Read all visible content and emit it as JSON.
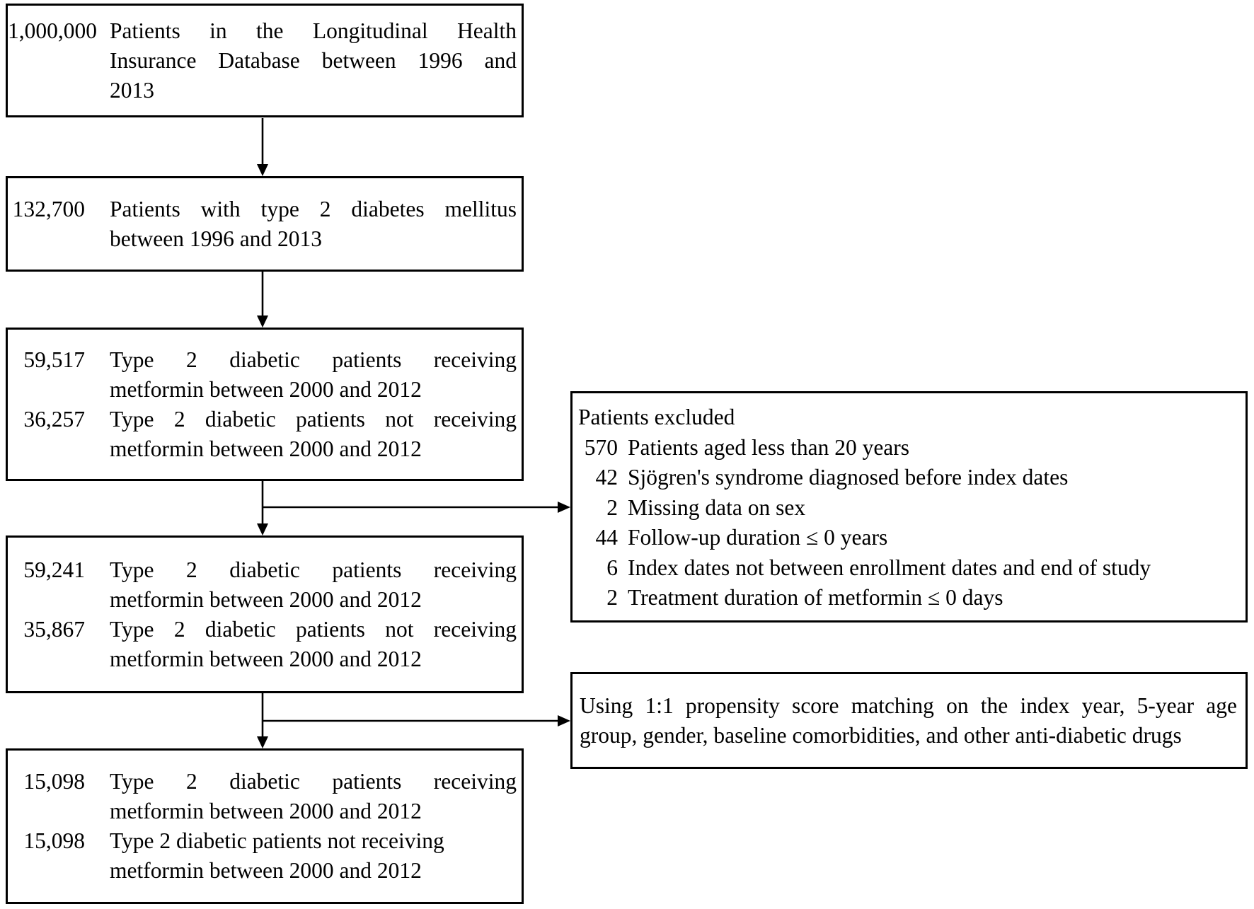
{
  "figure": {
    "type": "patient-flow-diagram",
    "colors": {
      "background": "#ffffff",
      "line": "#000000",
      "text": "#000000"
    }
  },
  "boxes": {
    "box1": {
      "entries": [
        {
          "number": "1,000,000",
          "lines": [
            "Patients in the Longitudinal Health",
            "Insurance Database between 1996 and",
            "2013"
          ]
        }
      ]
    },
    "box2": {
      "entries": [
        {
          "number": "132,700",
          "lines": [
            "Patients with type 2 diabetes mellitus",
            "between 1996 and 2013"
          ]
        }
      ]
    },
    "box3": {
      "entries": [
        {
          "number": "59,517",
          "lines": [
            "Type 2 diabetic patients receiving",
            "metformin between 2000 and 2012"
          ]
        },
        {
          "number": "36,257",
          "lines": [
            "Type 2 diabetic patients not receiving",
            "metformin between 2000 and 2012"
          ]
        }
      ]
    },
    "box4": {
      "entries": [
        {
          "number": "59,241",
          "lines": [
            "Type 2 diabetic patients receiving",
            "metformin between 2000 and 2012"
          ]
        },
        {
          "number": "35,867",
          "lines": [
            "Type 2 diabetic patients not receiving",
            "metformin between 2000 and 2012"
          ]
        }
      ]
    },
    "box5": {
      "entries": [
        {
          "number": "15,098",
          "lines": [
            "Type 2 diabetic patients receiving",
            "metformin between 2000 and 2012"
          ]
        },
        {
          "number": "15,098",
          "lines": [
            "Type 2 diabetic patients not receiving",
            "metformin between 2000 and 2012"
          ]
        }
      ]
    }
  },
  "excluded": {
    "title": "Patients excluded",
    "rows": [
      {
        "number": "570",
        "reason": "Patients aged less than 20 years"
      },
      {
        "number": "42",
        "reason": "Sjögren's syndrome diagnosed before index dates"
      },
      {
        "number": "2",
        "reason": "Missing data on sex"
      },
      {
        "number": "44",
        "reason": "Follow-up duration ≤ 0 years"
      },
      {
        "number": "6",
        "reason": "Index dates not between enrollment dates and end of study"
      },
      {
        "number": "2",
        "reason": "Treatment duration of metformin ≤ 0 days"
      }
    ]
  },
  "matching": {
    "lines": [
      "Using 1:1 propensity score matching on the index year, 5-year age",
      "group, gender, baseline comorbidities, and other anti-diabetic drugs"
    ]
  }
}
